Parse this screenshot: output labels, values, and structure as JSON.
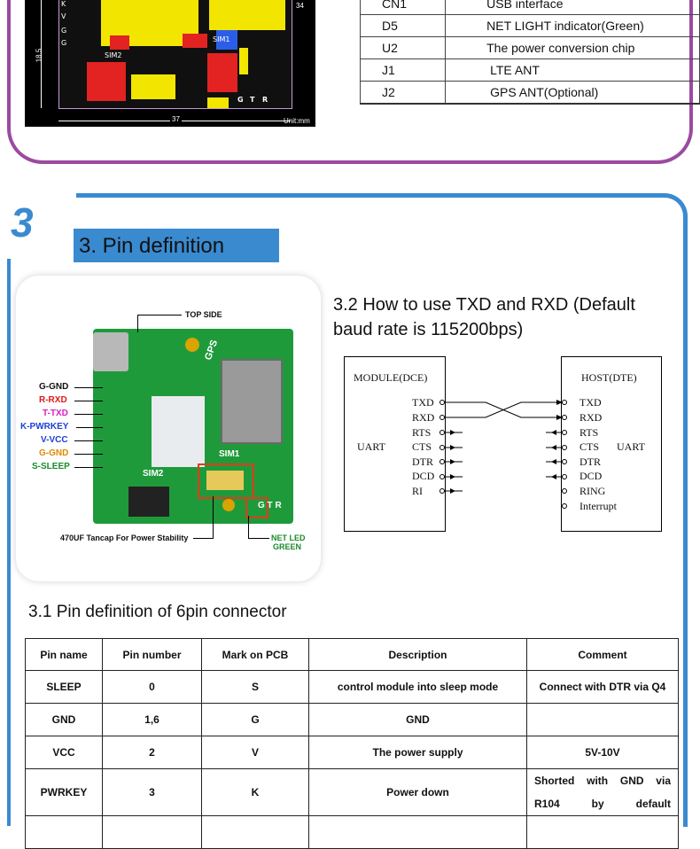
{
  "top_pcb": {
    "side_labels": [
      "K",
      "V",
      "G",
      "G"
    ],
    "dim_height": "18.5",
    "dim_width": "37",
    "dim_top_right": "34",
    "labels": [
      "SIM1",
      "SIM2",
      "G",
      "T",
      "R"
    ],
    "unit": "Unit:mm"
  },
  "component_table": {
    "rows": [
      {
        "ref": "CN1",
        "desc": "USB interface"
      },
      {
        "ref": "D5",
        "desc": "NET LIGHT indicator(Green)"
      },
      {
        "ref": "U2",
        "desc": "The power conversion chip"
      },
      {
        "ref": "J1",
        "desc": "LTE ANT"
      },
      {
        "ref": "J2",
        "desc": "GPS ANT(Optional)"
      }
    ]
  },
  "section": {
    "number": "3",
    "title": "3. Pin definition"
  },
  "board_photo": {
    "top_side": "TOP SIDE",
    "pins": [
      {
        "text": "G-GND",
        "color": "#000000"
      },
      {
        "text": "R-RXD",
        "color": "#e01818"
      },
      {
        "text": "T-TXD",
        "color": "#d61fc4"
      },
      {
        "text": "K-PWRKEY",
        "color": "#1c3fd6"
      },
      {
        "text": "V-VCC",
        "color": "#1c3fd6"
      },
      {
        "text": "G-GND",
        "color": "#e08a00"
      },
      {
        "text": "S-SLEEP",
        "color": "#1a8a2a"
      }
    ],
    "gps": "GPS",
    "sim1": "SIM1",
    "sim2": "SIM2",
    "gtr": "G T R",
    "cap_note": "470UF Tancap For Power Stability",
    "net_led": "NET LED",
    "green": "GREEN"
  },
  "uart_section": {
    "title": "3.2 How to use TXD and RXD (Default baud rate is 115200bps)",
    "module_label": "MODULE(DCE)",
    "host_label": "HOST(DTE)",
    "uart": "UART",
    "module_pins": [
      "TXD",
      "RXD",
      "RTS",
      "CTS",
      "DTR",
      "DCD",
      "RI"
    ],
    "host_pins": [
      "TXD",
      "RXD",
      "RTS",
      "CTS",
      "DTR",
      "DCD",
      "RING",
      "Interrupt"
    ]
  },
  "pin_table": {
    "title": "3.1 Pin definition of 6pin connector",
    "headers": [
      "Pin name",
      "Pin number",
      "Mark on PCB",
      "Description",
      "Comment"
    ],
    "rows": [
      [
        "SLEEP",
        "0",
        "S",
        "control module into sleep mode",
        "Connect with DTR via Q4"
      ],
      [
        "GND",
        "1,6",
        "G",
        "GND",
        ""
      ],
      [
        "VCC",
        "2",
        "V",
        "The power supply",
        "5V-10V"
      ],
      [
        "PWRKEY",
        "3",
        "K",
        "Power down",
        "Shorted with GND via R104 by default"
      ]
    ]
  }
}
